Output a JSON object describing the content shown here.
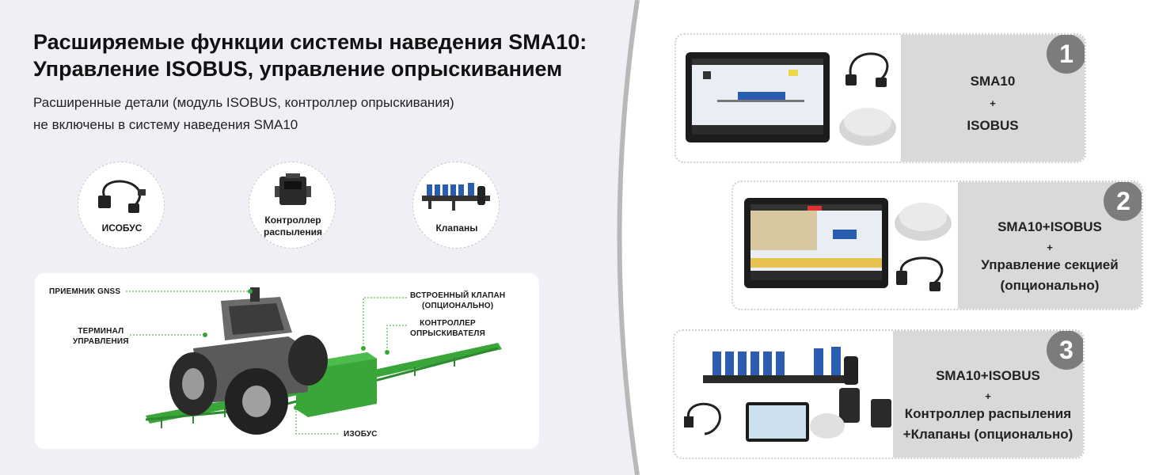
{
  "header": {
    "title_line1": "Расширяемые функции системы наведения SMA10:",
    "title_line2": "Управление ISOBUS, управление опрыскиванием",
    "subtitle_line1": "Расширенные детали (модуль ISOBUS, контроллер опрыскивания)",
    "subtitle_line2": "не включены в систему наведения SMA10"
  },
  "components": [
    {
      "label_line1": "ИСОБУС",
      "label_line2": ""
    },
    {
      "label_line1": "Контроллер",
      "label_line2": "распыления"
    },
    {
      "label_line1": "Клапаны",
      "label_line2": ""
    }
  ],
  "tractor_diagram": {
    "gnss": "ПРИЕМНИК GNSS",
    "terminal_line1": "ТЕРМИНАЛ",
    "terminal_line2": "УПРАВЛЕНИЯ",
    "valve_line1": "ВСТРОЕННЫЙ КЛАПАН",
    "valve_line2": "(ОПЦИОНАЛЬНО)",
    "controller_line1": "КОНТРОЛЛЕР",
    "controller_line2": "ОПРЫСКИВАТЕЛЯ",
    "isobus": "ИЗОБУС"
  },
  "options": [
    {
      "number": "1",
      "line1": "SMA10",
      "line2": "+",
      "line3": "ISOBUS"
    },
    {
      "number": "2",
      "line1": "SMA10+ISOBUS",
      "line2": "+",
      "line3": "Управление секцией",
      "line4": "(опционально)"
    },
    {
      "number": "3",
      "line1": "SMA10+ISOBUS",
      "line2": "+",
      "line3": "Контроллер распыления",
      "line4": "+Клапаны (опционально)"
    }
  ],
  "colors": {
    "left_bg": "#eef0f5",
    "card_grey": "#d9d9d9",
    "badge": "#7c7c7c",
    "sprayer_green": "#3aa63a"
  }
}
